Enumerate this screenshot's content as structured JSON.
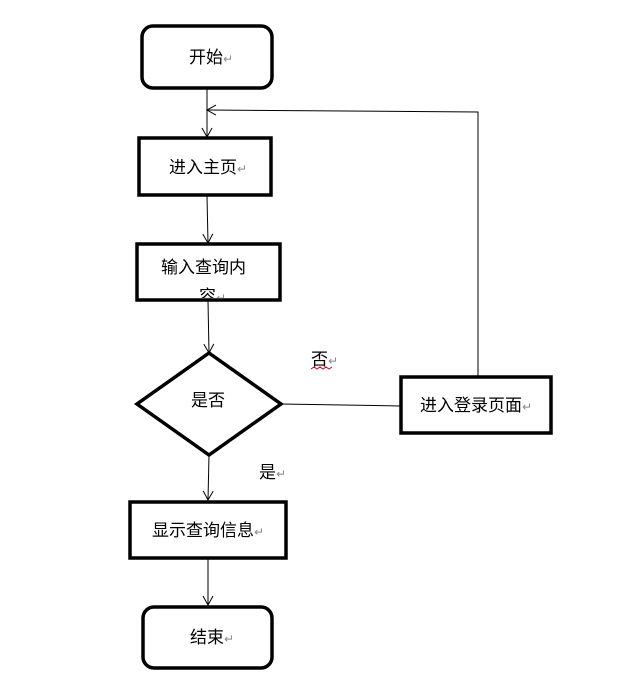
{
  "nodes": {
    "start": {
      "text": "开始"
    },
    "enter_home": {
      "text": "进入主页"
    },
    "input_query_line1": {
      "text": "输入查询内"
    },
    "input_query_line2": {
      "text": "容"
    },
    "decision": {
      "text": "是否"
    },
    "show_info": {
      "text": "显示查询信息"
    },
    "end": {
      "text": "结束"
    },
    "login_page": {
      "text": "进入登录页面"
    }
  },
  "edges": {
    "no_label": "否",
    "yes_label": "是"
  },
  "paragraph_mark": "↵",
  "colors": {
    "stroke": "#000000",
    "background": "#ffffff",
    "para_mark": "#8a8a8a",
    "spell_underline": "#d0021b"
  }
}
